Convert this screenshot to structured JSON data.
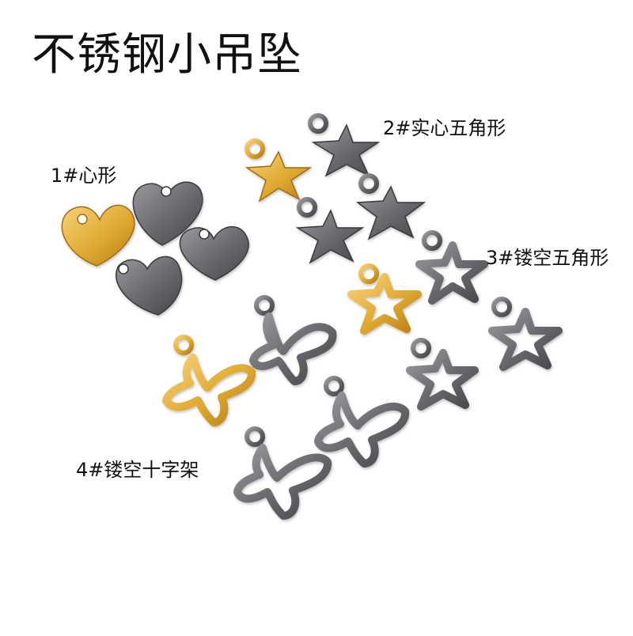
{
  "title": "不锈钢小吊坠",
  "labels": {
    "heart": "1#心形",
    "solid_star": "2#实心五角形",
    "hollow_star": "3#镂空五角形",
    "hollow_cross": "4#镂空十字架"
  },
  "colors": {
    "background": "#ffffff",
    "gold": "#e7b63a",
    "steel": "#6c6c6f",
    "text": "#111111"
  }
}
